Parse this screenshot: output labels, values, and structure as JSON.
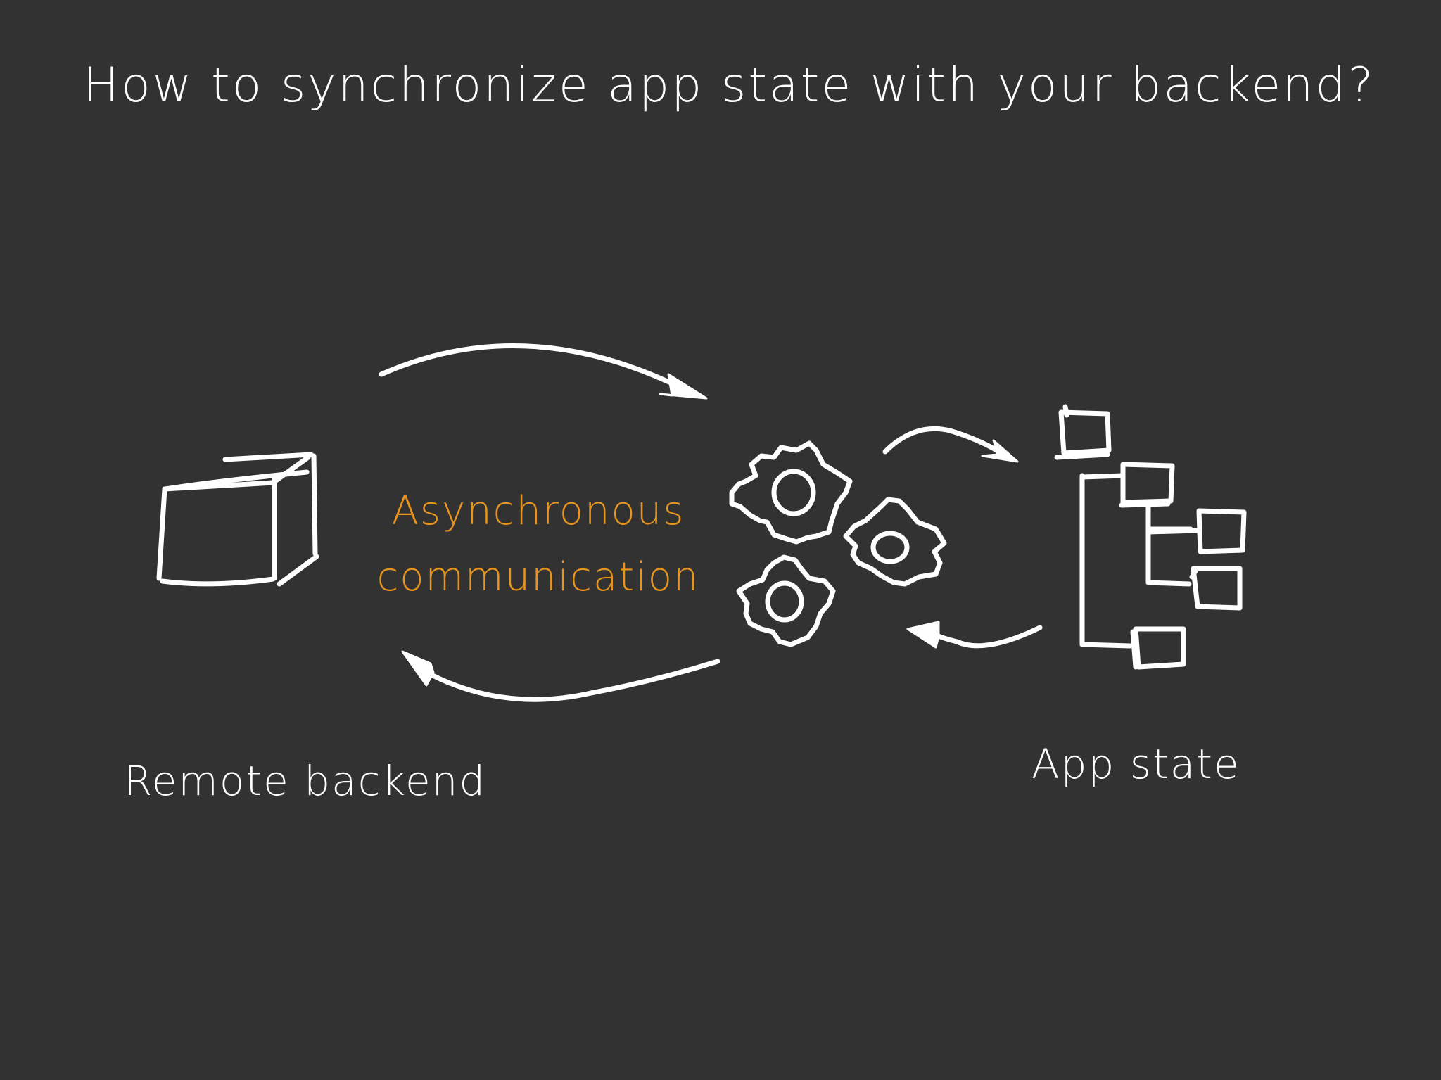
{
  "slide": {
    "title": "How to synchronize app state with your backend?",
    "middle_label": {
      "line1": "Asynchronous",
      "line2": "communication"
    },
    "left_label": "Remote backend",
    "right_label": "App state"
  },
  "colors": {
    "background": "#333233",
    "text": "#ffffff",
    "accent": "#e8951d"
  },
  "icons": [
    "server-box-icon",
    "gears-icon",
    "state-tree-icon"
  ]
}
